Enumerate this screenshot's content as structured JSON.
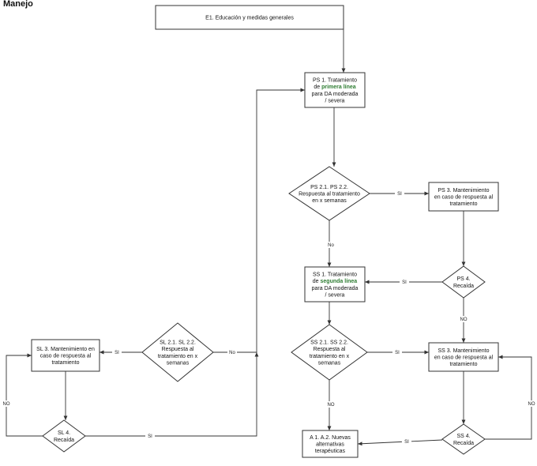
{
  "title": "Manejo",
  "nodes": {
    "e1": {
      "lines": [
        [
          {
            "t": "E1. Educación y medidas generales"
          }
        ]
      ]
    },
    "ps1": {
      "lines": [
        [
          {
            "t": "PS 1. Tratamiento"
          }
        ],
        [
          {
            "t": "de "
          },
          {
            "t": "primera línea",
            "hl": true
          }
        ],
        [
          {
            "t": "para DA moderada"
          }
        ],
        [
          {
            "t": "/ severa"
          }
        ]
      ]
    },
    "ps21": {
      "lines": [
        [
          {
            "t": "PS 2.1. PS 2.2."
          }
        ],
        [
          {
            "t": "Respuesta al tratamiento"
          }
        ],
        [
          {
            "t": "en x semanas"
          }
        ]
      ]
    },
    "ps3": {
      "lines": [
        [
          {
            "t": "PS 3. Mantenimiento"
          }
        ],
        [
          {
            "t": "en caso de respuesta al"
          }
        ],
        [
          {
            "t": "tratamiento"
          }
        ]
      ]
    },
    "ps4": {
      "lines": [
        [
          {
            "t": "PS 4."
          }
        ],
        [
          {
            "t": "Recaída"
          }
        ]
      ]
    },
    "ss1": {
      "lines": [
        [
          {
            "t": "SS 1. Tratamiento"
          }
        ],
        [
          {
            "t": "de "
          },
          {
            "t": "segunda línea",
            "hl": true
          }
        ],
        [
          {
            "t": "para DA moderada"
          }
        ],
        [
          {
            "t": "/ severa"
          }
        ]
      ]
    },
    "ss21": {
      "lines": [
        [
          {
            "t": "SS 2.1. SS 2.2."
          }
        ],
        [
          {
            "t": "Respuesta al"
          }
        ],
        [
          {
            "t": "tratamiento en x"
          }
        ],
        [
          {
            "t": "semanas"
          }
        ]
      ]
    },
    "ss3": {
      "lines": [
        [
          {
            "t": "SS 3. Mantenimiento"
          }
        ],
        [
          {
            "t": "en caso de respuesta al"
          }
        ],
        [
          {
            "t": "tratamiento"
          }
        ]
      ]
    },
    "ss4": {
      "lines": [
        [
          {
            "t": "SS 4."
          }
        ],
        [
          {
            "t": "Recaída"
          }
        ]
      ]
    },
    "a1": {
      "lines": [
        [
          {
            "t": "A 1. A.2. Nuevas"
          }
        ],
        [
          {
            "t": "alternativas"
          }
        ],
        [
          {
            "t": "terapéuticas"
          }
        ]
      ]
    },
    "sl21": {
      "lines": [
        [
          {
            "t": "SL 2.1. SL 2.2."
          }
        ],
        [
          {
            "t": "Respuesta al"
          }
        ],
        [
          {
            "t": "tratamiento en x"
          }
        ],
        [
          {
            "t": "semanas"
          }
        ]
      ]
    },
    "sl3": {
      "lines": [
        [
          {
            "t": "SL 3. Mantenimiento en"
          }
        ],
        [
          {
            "t": "caso de respuesta al"
          }
        ],
        [
          {
            "t": "tratamiento"
          }
        ]
      ]
    },
    "sl4": {
      "lines": [
        [
          {
            "t": "SL 4."
          }
        ],
        [
          {
            "t": "Recaída"
          }
        ]
      ]
    }
  },
  "edge_labels": {
    "ps21_ps3": "SI",
    "ps21_ss1": "No",
    "ps4_ss1": "SI",
    "ps4_ss3": "NO",
    "ss21_ss3": "SI",
    "ss21_a1": "NO",
    "ss4_a1": "SI",
    "ss4_ss3": "NO",
    "sl21_ps1": "No",
    "sl21_sl3": "SI",
    "sl4_ps1": "SI",
    "sl4_sl3": "NO"
  },
  "colors": {
    "line": "#333333",
    "highlight": "#2e7d32",
    "box_fill": "#ffffff"
  }
}
